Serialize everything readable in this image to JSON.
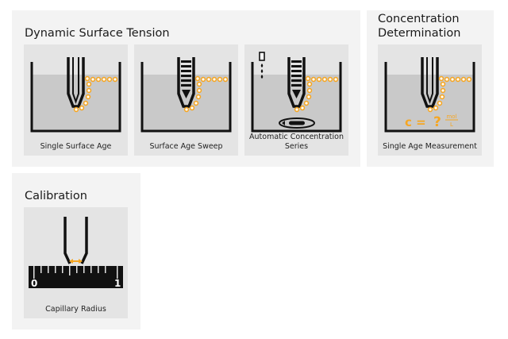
{
  "sections": {
    "dynamic": {
      "title": "Dynamic Surface Tension",
      "tiles": [
        {
          "label": "Single Surface Age"
        },
        {
          "label": "Surface Age Sweep"
        },
        {
          "label_line1": "Automatic Concentration",
          "label_line2": "Series"
        }
      ]
    },
    "concentration": {
      "title_line1": "Concentration",
      "title_line2": "Determination",
      "tiles": [
        {
          "label": "Single Age Measurement",
          "formula_left": "c =",
          "formula_q": "?",
          "formula_unit": "mol",
          "formula_unit_den": "L"
        }
      ]
    },
    "calibration": {
      "title": "Calibration",
      "tiles": [
        {
          "label": "Capillary Radius",
          "scale_start": "0",
          "scale_end": "1"
        }
      ]
    }
  },
  "colors": {
    "accent": "#f5a623",
    "panel": "#f3f3f3",
    "tile": "#e4e4e4",
    "liquid": "#c9c9c9",
    "ink": "#111111"
  }
}
